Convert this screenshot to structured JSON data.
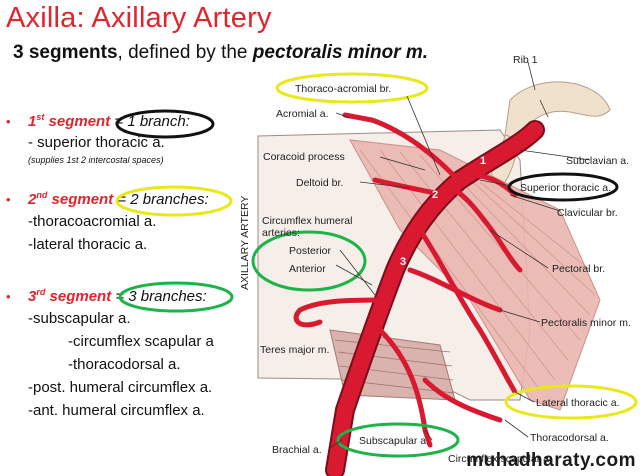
{
  "title": "Axilla:  Axillary Artery",
  "subtitle": {
    "count": "3 segments",
    "middle": ", defined by the ",
    "muscle": "pectoralis  minor m."
  },
  "segments": [
    {
      "ordinal": "1",
      "ordinal_suffix": "st",
      "name_rest": " segment",
      "rule": "= 1 branch:",
      "lines": [
        "- superior thoracic a."
      ],
      "note": "(supplies 1st 2 intercostal spaces)"
    },
    {
      "ordinal": "2",
      "ordinal_suffix": "nd",
      "name_rest": " segment",
      "rule": "= 2 branches:",
      "lines": [
        "-thoracoacromial a.",
        "-lateral thoracic a."
      ]
    },
    {
      "ordinal": "3",
      "ordinal_suffix": "rd",
      "name_rest": " segment",
      "rule": "= 3 branches:",
      "lines": [
        "-subscapular a.",
        "-circumflex scapular a",
        "-thoracodorsal a.",
        "-post. humeral circumflex a.",
        "-ant. humeral circumflex a."
      ]
    }
  ],
  "diagram": {
    "vertical_label": "AXILLARY ARTERY",
    "labels": {
      "rib1": "Rib 1",
      "thoracoacromial": "Thoraco-acromial br.",
      "acromial": "Acromial a.",
      "coracoid": "Coracoid process",
      "deltoid": "Deltoid br.",
      "circumflex_humeral": "Circumflex humeral",
      "arteries": "arteries:",
      "posterior": "Posterior",
      "anterior": "Anterior",
      "subclavian": "Subclavian a.",
      "superior_thoracic": "Superior thoracic a.",
      "clavicular": "Clavicular br.",
      "pectoral": "Pectoral br.",
      "pectoralis_minor": "Pectoralis minor m.",
      "teres_major": "Teres major m.",
      "lateral_thoracic": "Lateral thoracic a.",
      "thoracodorsal": "Thoracodorsal a.",
      "brachial": "Brachial a.",
      "subscapular": "Subscapular a.",
      "circumflex_scapular": "Circumflex scapular a.",
      "seg1": "1",
      "seg2": "2",
      "seg3": "3"
    }
  },
  "watermark": "muhadharaty.com",
  "colors": {
    "title_red": "#e0252d",
    "artery": "#d9192f",
    "yellow_ring": "#e8e81a",
    "green_ring": "#1db34a",
    "black_ring": "#111111"
  }
}
